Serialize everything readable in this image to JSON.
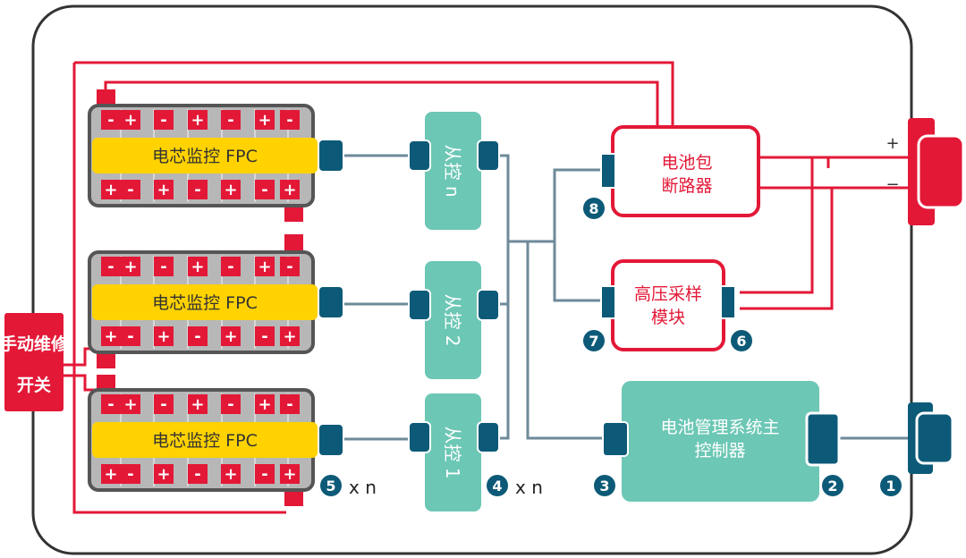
{
  "colors": {
    "red": "#e31837",
    "teal": "#6cc7b5",
    "teal_dark": "#0d5a78",
    "yellow": "#ffd200",
    "gray": "#b7b7b7",
    "wire": "#6e8a99"
  },
  "modules": [
    {
      "fpc_label": "电芯监控 FPC",
      "top_signs": [
        "-",
        "+",
        "-",
        "+",
        "-",
        "+",
        "-"
      ],
      "bottom_signs": [
        "+",
        "-",
        "+",
        "-",
        "+",
        "-",
        "+"
      ]
    },
    {
      "fpc_label": "电芯监控 FPC",
      "top_signs": [
        "-",
        "+",
        "-",
        "+",
        "-",
        "+",
        "-"
      ],
      "bottom_signs": [
        "+",
        "-",
        "+",
        "-",
        "+",
        "-",
        "+"
      ]
    },
    {
      "fpc_label": "电芯监控 FPC",
      "top_signs": [
        "-",
        "+",
        "-",
        "+",
        "-",
        "+",
        "-"
      ],
      "bottom_signs": [
        "+",
        "-",
        "+",
        "-",
        "+",
        "-",
        "+"
      ]
    }
  ],
  "slaves": [
    {
      "label": "从控 n"
    },
    {
      "label": "从控 2"
    },
    {
      "label": "从控 1"
    }
  ],
  "breaker": {
    "line1": "电池包",
    "line2": "断路器"
  },
  "hv_module": {
    "line1": "高压采样",
    "line2": "模块"
  },
  "bms": {
    "line1": "电池管理系统主",
    "line2": "控制器"
  },
  "msd": {
    "line1": "手动维修",
    "line2": "开关"
  },
  "terminal": {
    "plus": "+",
    "minus": "−"
  },
  "badges": [
    "1",
    "2",
    "3",
    "4",
    "5",
    "6",
    "7",
    "8"
  ],
  "multiplier": {
    "fpc": "x n",
    "slave": "x n"
  }
}
